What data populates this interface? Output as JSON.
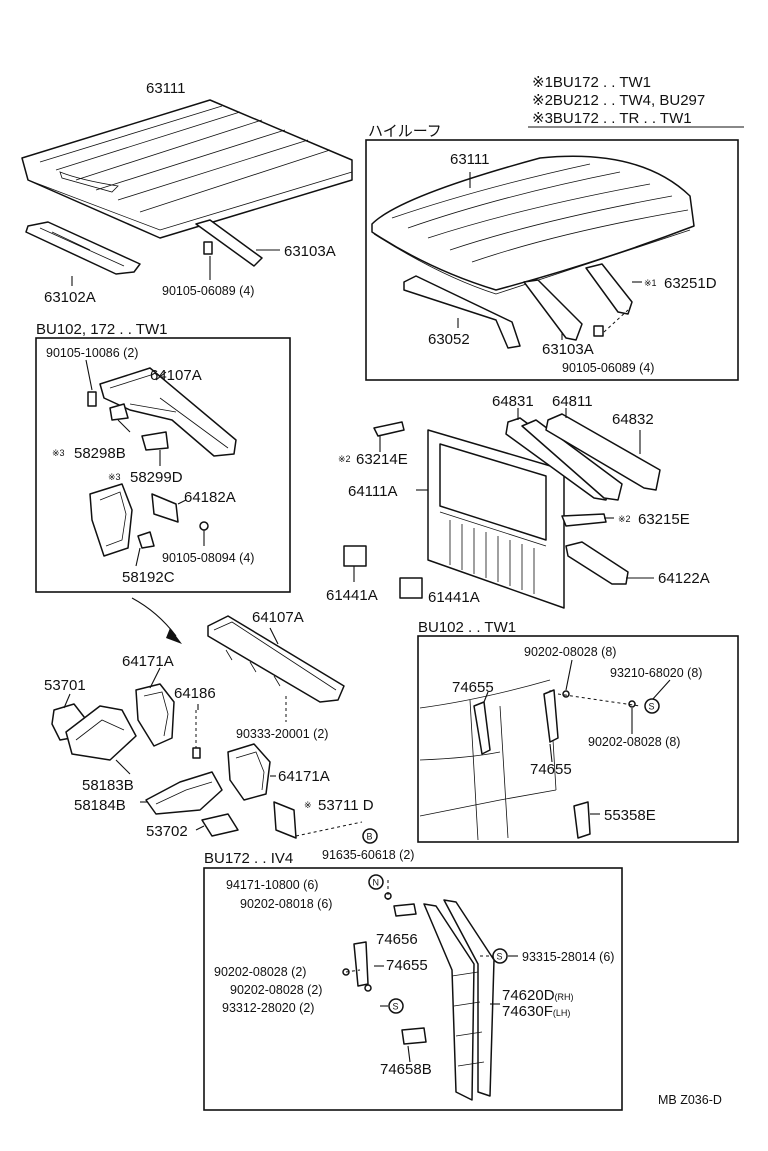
{
  "legend": [
    {
      "mark": "※1",
      "text": "BU172 . . TW1"
    },
    {
      "mark": "※2",
      "text": "BU212 . . TW4, BU297"
    },
    {
      "mark": "※3",
      "text": "BU172 . . TR . . TW1"
    }
  ],
  "sections": {
    "high_roof": "ハイルーフ",
    "bu102_172_tw1": "BU102, 172 . . TW1",
    "bu102_tw1": "BU102 . . TW1",
    "bu172_iv4": "BU172 . . IV4"
  },
  "labels": {
    "p63111_top": "63111",
    "p63102a": "63102A",
    "p63103a_top": "63103A",
    "p90105_06089_top": "90105-06089 (4)",
    "p63111_hr": "63111",
    "p63251d": "63251D",
    "p63251d_mark": "※1",
    "p63052": "63052",
    "p63103a_hr": "63103A",
    "p90105_06089_hr": "90105-06089 (4)",
    "p90105_10086": "90105-10086 (2)",
    "p64107a_box": "64107A",
    "p58298b": "58298B",
    "p58298b_mark": "※3",
    "p58299d": "58299D",
    "p58299d_mark": "※3",
    "p64182a": "64182A",
    "p90105_08094": "90105-08094 (4)",
    "p58192c": "58192C",
    "p64831": "64831",
    "p64811": "64811",
    "p64832": "64832",
    "p63214e": "63214E",
    "p63214e_mark": "※2",
    "p64111a": "64111A",
    "p63215e": "63215E",
    "p63215e_mark": "※2",
    "p61441a_1": "61441A",
    "p61441a_2": "61441A",
    "p64122a": "64122A",
    "p64107a_mid": "64107A",
    "p64171a_1": "64171A",
    "p53701": "53701",
    "p64186": "64186",
    "p90333_20001": "90333-20001 (2)",
    "p58183b": "58183B",
    "p64171a_2": "64171A",
    "p58184b": "58184B",
    "p53711d": "53711 D",
    "p53711d_mark": "※",
    "p53702": "53702",
    "p91635_60618": "91635-60618 (2)",
    "p90202_08028_a": "90202-08028 (8)",
    "p93210_68020": "93210-68020 (8)",
    "p74655_a": "74655",
    "p90202_08028_b": "90202-08028 (8)",
    "p74655_b": "74655",
    "p55358e": "55358E",
    "p94171_10800": "94171-10800 (6)",
    "p90202_08018": "90202-08018 (6)",
    "p74656": "74656",
    "p74655_c": "74655",
    "p93315_28014": "93315-28014 (6)",
    "p90202_08028_c": "90202-08028 (2)",
    "p90202_08028_d": "90202-08028 (2)",
    "p74620d": "74620D",
    "p74620d_suffix": "(RH)",
    "p93312_28020": "93312-28020 (2)",
    "p74630f": "74630F",
    "p74630f_suffix": "(LH)",
    "p74658b": "74658B",
    "footer": "MB Z036-D"
  },
  "symbols": {
    "s": "S",
    "b": "B",
    "n": "N"
  }
}
